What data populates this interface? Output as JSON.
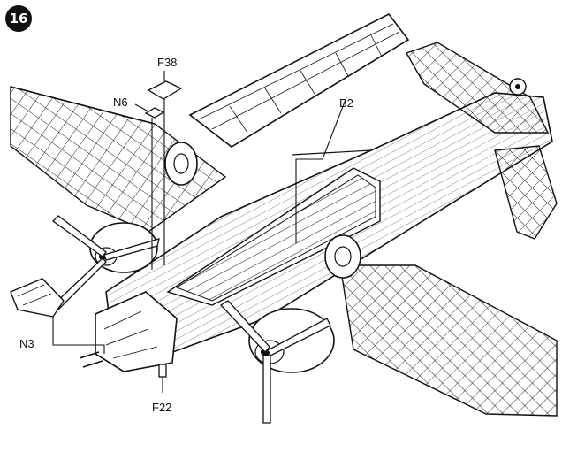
{
  "step": {
    "number": "16"
  },
  "parts": [
    {
      "id": "F38",
      "label": "F38"
    },
    {
      "id": "N6",
      "label": "N6"
    },
    {
      "id": "B2",
      "label": "B2"
    },
    {
      "id": "N3",
      "label": "N3"
    },
    {
      "id": "F22",
      "label": "F22"
    }
  ],
  "colors": {
    "ink": "#1a1a1a",
    "paper": "#ffffff"
  }
}
